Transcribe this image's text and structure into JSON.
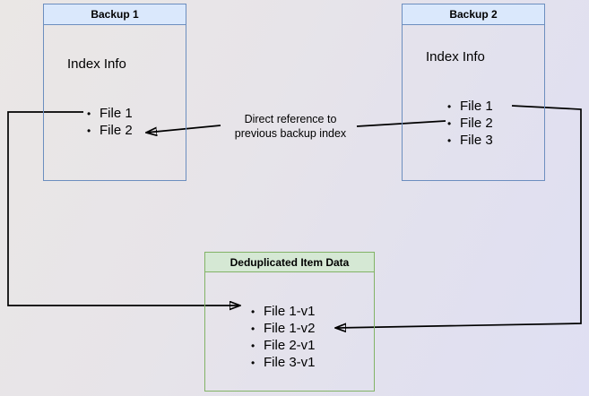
{
  "colors": {
    "blue_fill": "#dae8fc",
    "blue_stroke": "#6c8ebf",
    "green_fill": "#d5e8d4",
    "green_stroke": "#82b366",
    "edge": "#000000"
  },
  "icons": {
    "bullet": "•"
  },
  "boxes": {
    "backup1": {
      "title": "Backup 1",
      "heading": "Index Info",
      "items": [
        "File 1",
        "File 2"
      ]
    },
    "backup2": {
      "title": "Backup 2",
      "heading": "Index Info",
      "items": [
        "File 1",
        "File 2",
        "File 3"
      ]
    },
    "dedup": {
      "title": "Deduplicated Item Data",
      "items": [
        "File 1-v1",
        "File 1-v2",
        "File 2-v1",
        "File 3-v1"
      ]
    }
  },
  "labels": {
    "edge_label_line1": "Direct reference to",
    "edge_label_line2": "previous backup index"
  }
}
